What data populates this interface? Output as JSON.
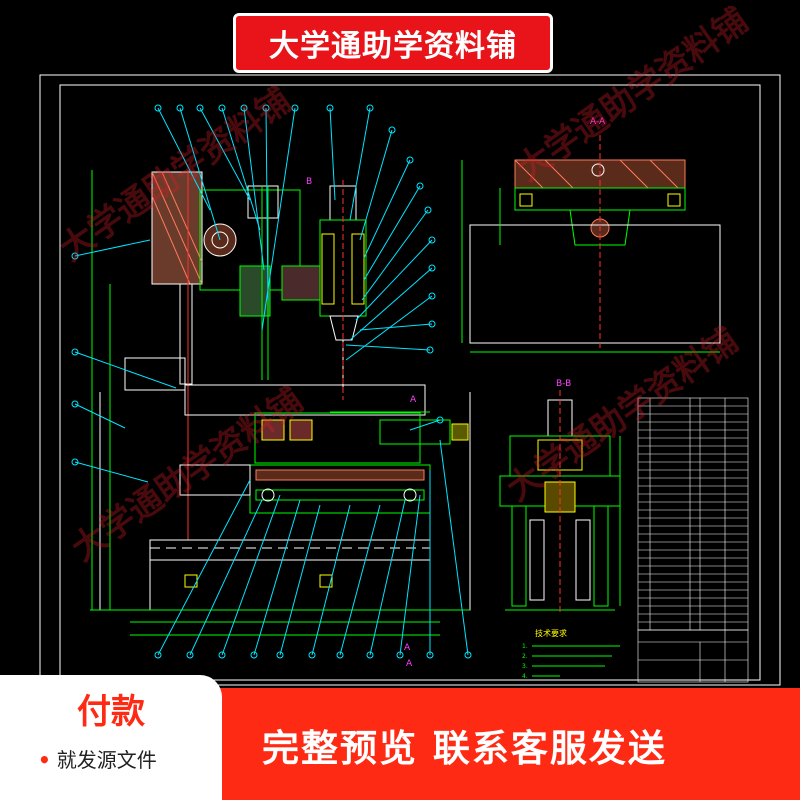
{
  "header": {
    "shop_name": "大学通助学资料铺"
  },
  "watermark": {
    "text": "大学通助学资料铺"
  },
  "drawing": {
    "section_labels": [
      "B",
      "A",
      "A-A",
      "B-B",
      "A",
      "A"
    ],
    "notes_title": "技术要求",
    "notes": [
      "1.",
      "2.",
      "3.",
      "4."
    ]
  },
  "footer": {
    "pay_title": "付款",
    "pay_subtitle": "就发源文件",
    "cta": "完整预览  联系客服发送"
  },
  "colors": {
    "accent": "#ff2a14",
    "cad_bg": "#000000",
    "cad_green": "#00ff00",
    "cad_yellow": "#ffff00",
    "cad_cyan": "#00e5ff",
    "cad_red": "#ff3030",
    "cad_magenta": "#ff40ff"
  }
}
